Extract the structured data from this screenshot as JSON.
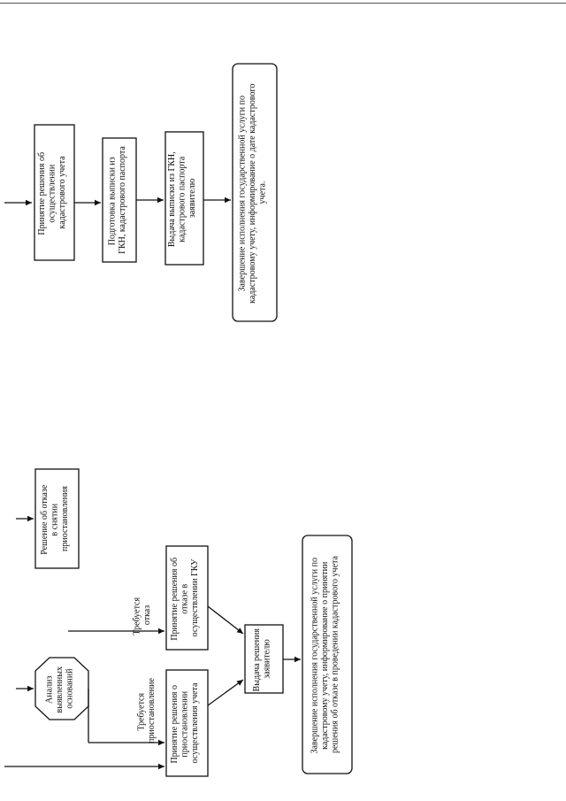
{
  "diagram": {
    "nodes": {
      "acceptance": [
        "Принятие решения об",
        "осуществлении",
        "кадастрового учета"
      ],
      "prep_extract": [
        "Подготовка выписки из",
        "ГКН, кадастрового паспорта"
      ],
      "issue_extract": [
        "Выдача выписки из ГКН,",
        "кадастрового паспорта",
        "заявителю"
      ],
      "completion_success": [
        "Завершение исполнения государственной услуги по",
        "кадастровому учету, информирование о дате кадастрового",
        "учета."
      ],
      "refusal_lift": [
        "Решение об отказе",
        "в снятии",
        "приостановления"
      ],
      "analysis": [
        "Анализ",
        "выявленных",
        "оснований"
      ],
      "suspension": [
        "Принятие решения о",
        "приостановлении",
        "осуществления учета"
      ],
      "refusal_gku": [
        "Принятие решения об",
        "отказе в",
        "осуществлении ГКУ"
      ],
      "issue_decision": [
        "Выдача решения",
        "заявителю"
      ],
      "completion_refusal": [
        "Завершение исполнения государственной услуги по",
        "кадастровому учету, информирование о принятии",
        "решения об отказе в проведении кадастрового учета"
      ]
    },
    "edge_labels": {
      "requires_suspension": [
        "Требуется",
        "приостановление"
      ],
      "requires_refusal": [
        "Требуется",
        "отказ"
      ]
    }
  }
}
